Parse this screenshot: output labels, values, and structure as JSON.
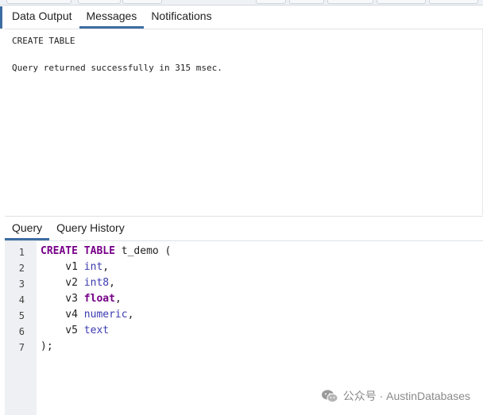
{
  "output_tabs": [
    {
      "label": "Data Output",
      "active": false
    },
    {
      "label": "Messages",
      "active": true
    },
    {
      "label": "Notifications",
      "active": false
    }
  ],
  "messages": {
    "line1": "CREATE TABLE",
    "line2": "Query returned successfully in 315 msec."
  },
  "query_tabs": [
    {
      "label": "Query",
      "active": true
    },
    {
      "label": "Query History",
      "active": false
    }
  ],
  "editor": {
    "line_numbers": [
      "1",
      "2",
      "3",
      "4",
      "5",
      "6",
      "7"
    ],
    "lines": [
      [
        {
          "t": "CREATE",
          "c": "kw"
        },
        {
          "t": " "
        },
        {
          "t": "TABLE",
          "c": "kw"
        },
        {
          "t": " t_demo ("
        }
      ],
      [
        {
          "t": "    v1 "
        },
        {
          "t": "int",
          "c": "ty"
        },
        {
          "t": ","
        }
      ],
      [
        {
          "t": "    v2 "
        },
        {
          "t": "int8",
          "c": "ty"
        },
        {
          "t": ","
        }
      ],
      [
        {
          "t": "    v3 "
        },
        {
          "t": "float",
          "c": "kw"
        },
        {
          "t": ","
        }
      ],
      [
        {
          "t": "    v4 "
        },
        {
          "t": "numeric",
          "c": "ty"
        },
        {
          "t": ","
        }
      ],
      [
        {
          "t": "    v5 "
        },
        {
          "t": "text",
          "c": "ty"
        }
      ],
      [
        {
          "t": ");"
        }
      ]
    ]
  },
  "watermark": {
    "text": "公众号 · AustinDatabases",
    "icon": "wechat-icon"
  },
  "colors": {
    "accent": "#3c6da0",
    "keyword": "#770088",
    "type": "#3a3ab0"
  }
}
